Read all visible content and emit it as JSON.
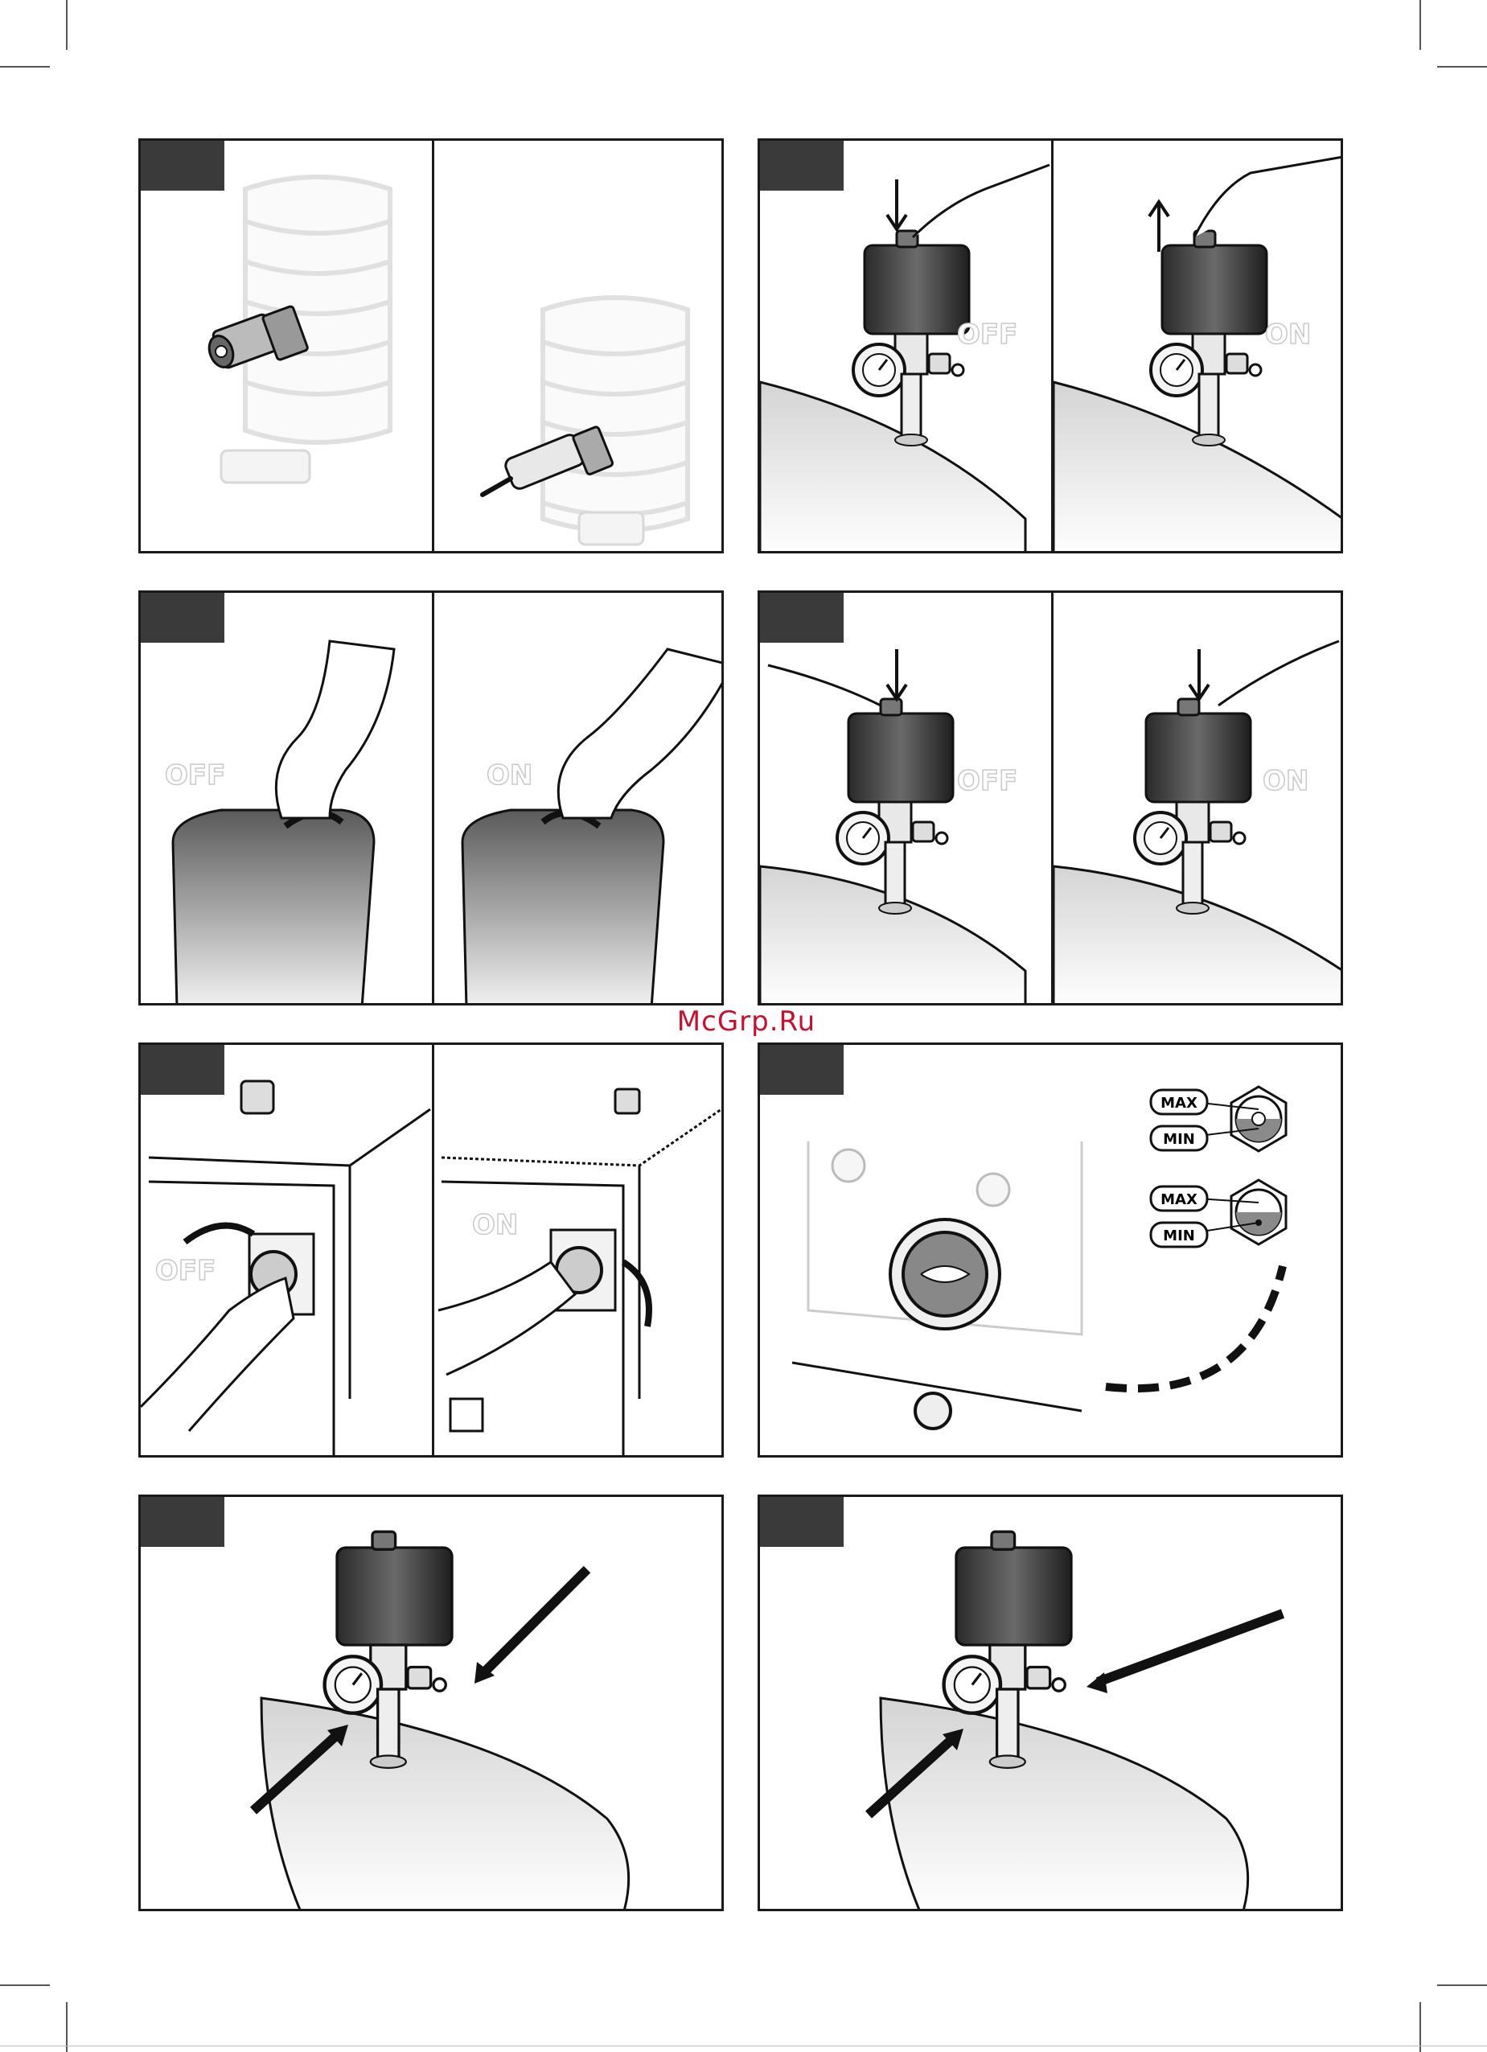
{
  "watermark": "McGrp.Ru",
  "figure_labels": {
    "off": "OFF",
    "on": "ON",
    "max": "MAX",
    "min": "MIN"
  },
  "colors": {
    "frame": "#1a1a1a",
    "tag": "#3a3a3a",
    "watermark": "#c8102e",
    "oil": "#8a8a8a"
  },
  "panels": [
    {
      "id": "panel-1",
      "subfigures": 2,
      "content": "coil-with-valve"
    },
    {
      "id": "panel-2",
      "subfigures": 2,
      "content": "pressure-switch-push-pull",
      "labels": [
        "OFF",
        "ON"
      ]
    },
    {
      "id": "panel-3",
      "subfigures": 2,
      "content": "hand-turn-knob",
      "labels": [
        "OFF",
        "ON"
      ]
    },
    {
      "id": "panel-4",
      "subfigures": 2,
      "content": "pressure-switch-press",
      "labels": [
        "OFF",
        "ON"
      ]
    },
    {
      "id": "panel-5",
      "subfigures": 2,
      "content": "rotary-switch",
      "labels": [
        "OFF",
        "ON"
      ]
    },
    {
      "id": "panel-6",
      "subfigures": 1,
      "content": "oil-level-sight-glass",
      "labels": [
        "MAX",
        "MIN",
        "MAX",
        "MIN"
      ]
    },
    {
      "id": "panel-7",
      "subfigures": 1,
      "content": "pressure-switch-arrows"
    },
    {
      "id": "panel-8",
      "subfigures": 1,
      "content": "pressure-switch-arrows"
    }
  ]
}
